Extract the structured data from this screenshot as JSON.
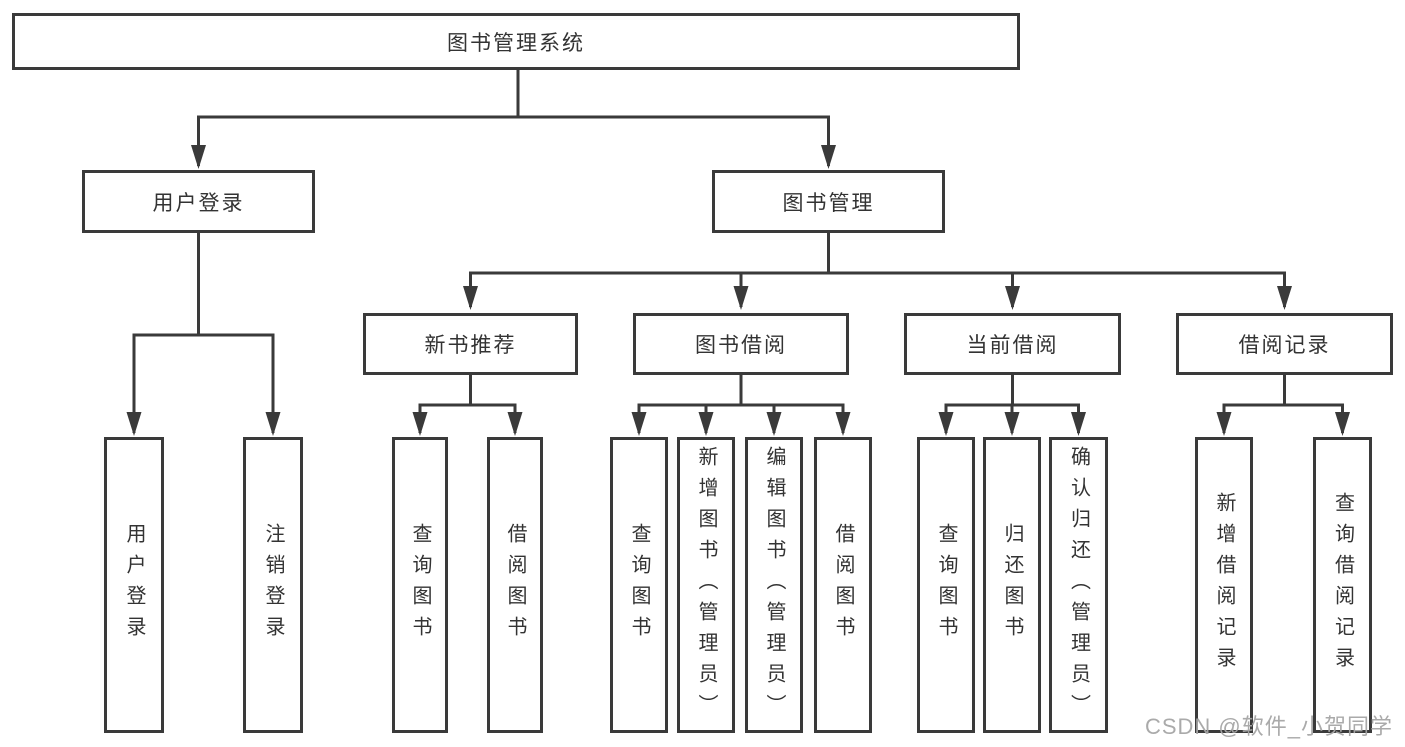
{
  "diagram": {
    "root": {
      "label": "图书管理系统"
    },
    "branches": [
      {
        "label": "用户登录",
        "children": [
          {
            "label": "用户登录"
          },
          {
            "label": "注销登录"
          }
        ]
      },
      {
        "label": "图书管理",
        "children": [
          {
            "label": "新书推荐",
            "children": [
              {
                "label": "查询图书"
              },
              {
                "label": "借阅图书"
              }
            ]
          },
          {
            "label": "图书借阅",
            "children": [
              {
                "label": "查询图书"
              },
              {
                "label": "新增图书（管理员）"
              },
              {
                "label": "编辑图书（管理员）"
              },
              {
                "label": "借阅图书"
              }
            ]
          },
          {
            "label": "当前借阅",
            "children": [
              {
                "label": "查询图书"
              },
              {
                "label": "归还图书"
              },
              {
                "label": "确认归还（管理员）"
              }
            ]
          },
          {
            "label": "借阅记录",
            "children": [
              {
                "label": "新增借阅记录"
              },
              {
                "label": "查询借阅记录"
              }
            ]
          }
        ]
      }
    ]
  },
  "watermark": "CSDN @软件_小贺同学",
  "colors": {
    "line": "#3a3a3a",
    "text": "#333333",
    "watermark": "#a5a5a5",
    "background": "#ffffff"
  }
}
